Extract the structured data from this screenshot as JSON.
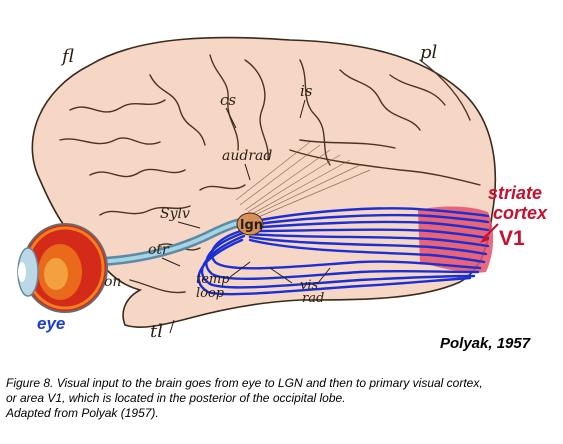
{
  "brain_labels": {
    "fl": "fl",
    "pl": "pl",
    "cs": "cs",
    "is": "is",
    "aud_rad": "audrad",
    "sylv": "Sylv",
    "otr": "otr",
    "on": "on",
    "temp": "temp",
    "loop": "loop",
    "vis": "vis",
    "rad": "rad",
    "tl": "tl",
    "lgn": "lgn"
  },
  "callouts": {
    "striate_line1": "striate",
    "striate_line2": "cortex",
    "v1": "V1",
    "eye": "eye",
    "credit": "Polyak, 1957"
  },
  "caption": {
    "line1": "Figure 8. Visual input to the brain goes from eye to LGN and then to primary visual cortex,",
    "line2": "or area V1, which is located in the posterior of the occipital lobe.",
    "line3": "Adapted from Polyak (1957)."
  },
  "colors": {
    "brain": "#f6d6c4",
    "pathway": "#1a2fd6",
    "v1": "#e8506a",
    "label_red": "#c8102e",
    "eye_blue": "#1a3fd6"
  }
}
